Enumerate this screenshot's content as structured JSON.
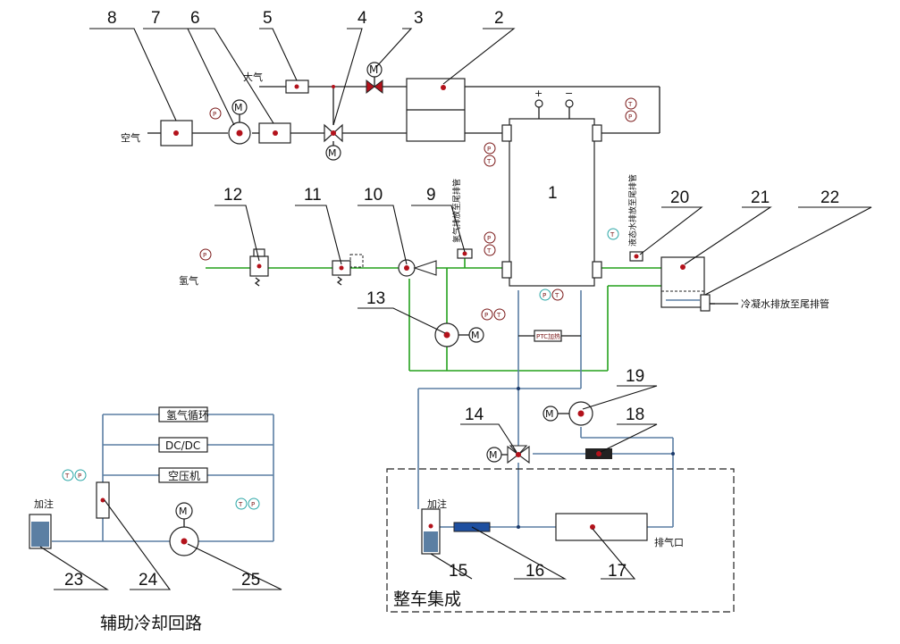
{
  "numbers": [
    "1",
    "2",
    "3",
    "4",
    "5",
    "6",
    "7",
    "8",
    "9",
    "10",
    "11",
    "12",
    "13",
    "14",
    "15",
    "16",
    "17",
    "18",
    "19",
    "20",
    "21",
    "22",
    "23",
    "24",
    "25"
  ],
  "labels": {
    "atmosphere": "大气",
    "air": "空气",
    "hydrogen": "氢气",
    "hydrogen_purge_vertical": "氢气排放至尾排管",
    "water_drain_vertical": "液态水排放至尾排管",
    "condensate_drain": "冷凝水排放至尾排管",
    "dcdc": "DC/DC",
    "compressor": "空压机",
    "hydrogen_circ": "氢气循环",
    "ptc_heater": "PTC加热",
    "fill_left": "加注",
    "fill_right": "加注",
    "exhaust_outlet": "排气口",
    "aux_cooling": "辅助冷却回路",
    "vehicle_integration": "整车集成",
    "plus": "+",
    "minus": "−"
  },
  "sensor_labels": {
    "p_h_inlet": "P",
    "p_a_inlet": "P",
    "t_a_inlet": "T",
    "p_h_stack": "P",
    "t_h_stack": "T",
    "t_a_out": "T",
    "p_a_out": "P",
    "t_h_out": "T",
    "p_cool_out": "P",
    "t_cool_out": "T",
    "p_cool_in": "P",
    "t_cool_in": "T",
    "t_aux_a": "T",
    "p_aux_a": "P",
    "t_aux_b": "T",
    "p_aux_b": "P",
    "p_air_in": "P"
  },
  "motor_symbols": [
    "M",
    "M",
    "M",
    "M",
    "M",
    "M"
  ],
  "colors": {
    "hydrogen_line": "#24a11c",
    "coolant_line": "#5b7fa3",
    "component_marker": "#b3121b",
    "sensor_teal": "#2aa6a6"
  }
}
